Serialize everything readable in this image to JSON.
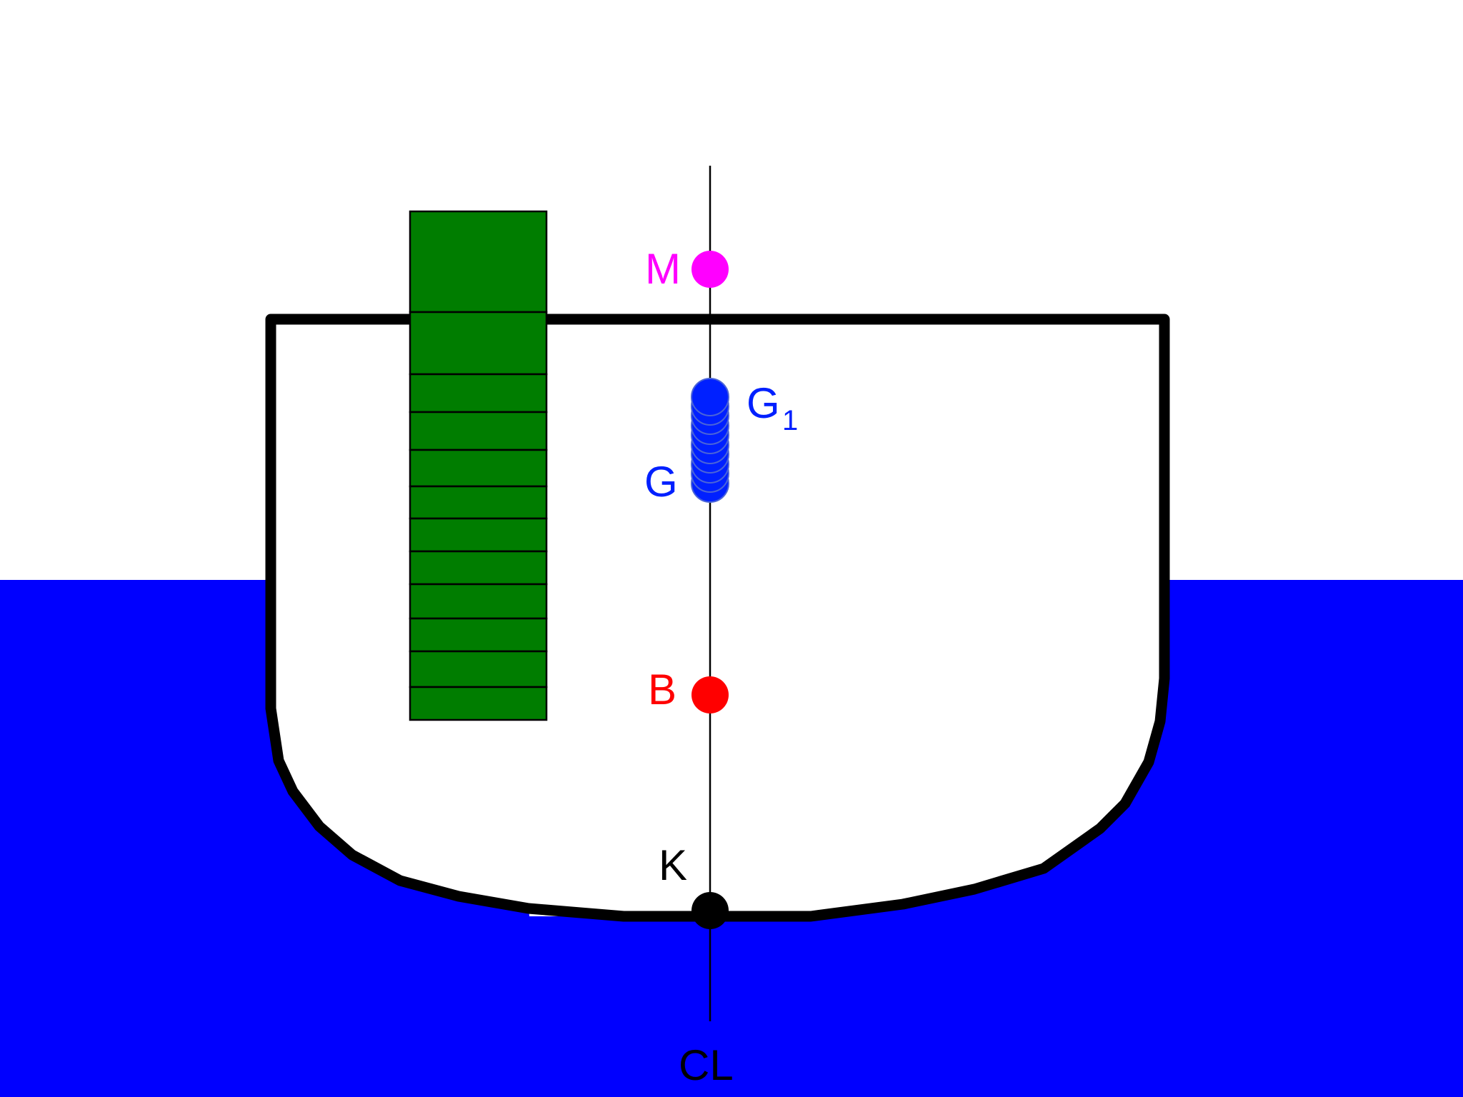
{
  "labels": {
    "metacenter": "M",
    "shifted_gravity": "G",
    "shifted_gravity_subscript": "1",
    "gravity": "G",
    "buoyancy": "B",
    "keel": "K",
    "centerline": "CL"
  },
  "colors": {
    "sea": "#0000ff",
    "sky": "#ffffff",
    "hull_outline": "#000000",
    "cargo_blocks": "#007d00",
    "metacenter": "#ff00ff",
    "gravity_points": "#0020ff",
    "buoyancy": "#ff0000",
    "keel": "#000000",
    "centerline": "#000000"
  }
}
